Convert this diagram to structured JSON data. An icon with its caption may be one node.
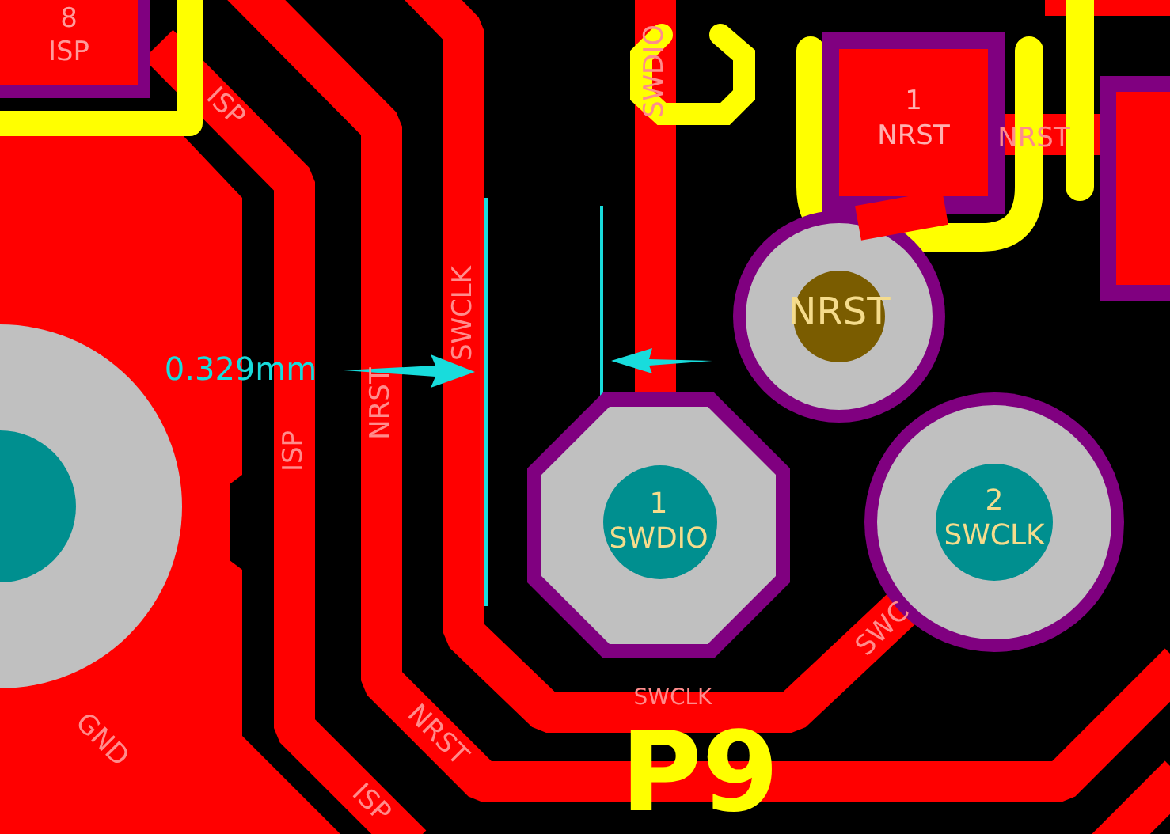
{
  "diagram": {
    "nodes": [
      {
        "text": [
          "8",
          "ISP"
        ]
      },
      {
        "text": [
          "1",
          "NRST"
        ]
      },
      {
        "text": [
          "NRST"
        ]
      },
      {
        "text": [],
        "shape": "circle"
      },
      {
        "text": [
          "1",
          "SWDIO"
        ]
      },
      {
        "text": [
          "2",
          "SWCLK"
        ]
      }
    ],
    "edges": [
      {
        "from": 1,
        "to": 2,
        "arrow": "none"
      }
    ],
    "labels": [
      "ISP",
      "SWDIO",
      "NRST",
      "SWCLK",
      "0.329mm",
      "NRST",
      "ISP",
      "GND",
      "SWC",
      "NRST",
      "SWCLK",
      "ISP",
      "P9"
    ]
  }
}
